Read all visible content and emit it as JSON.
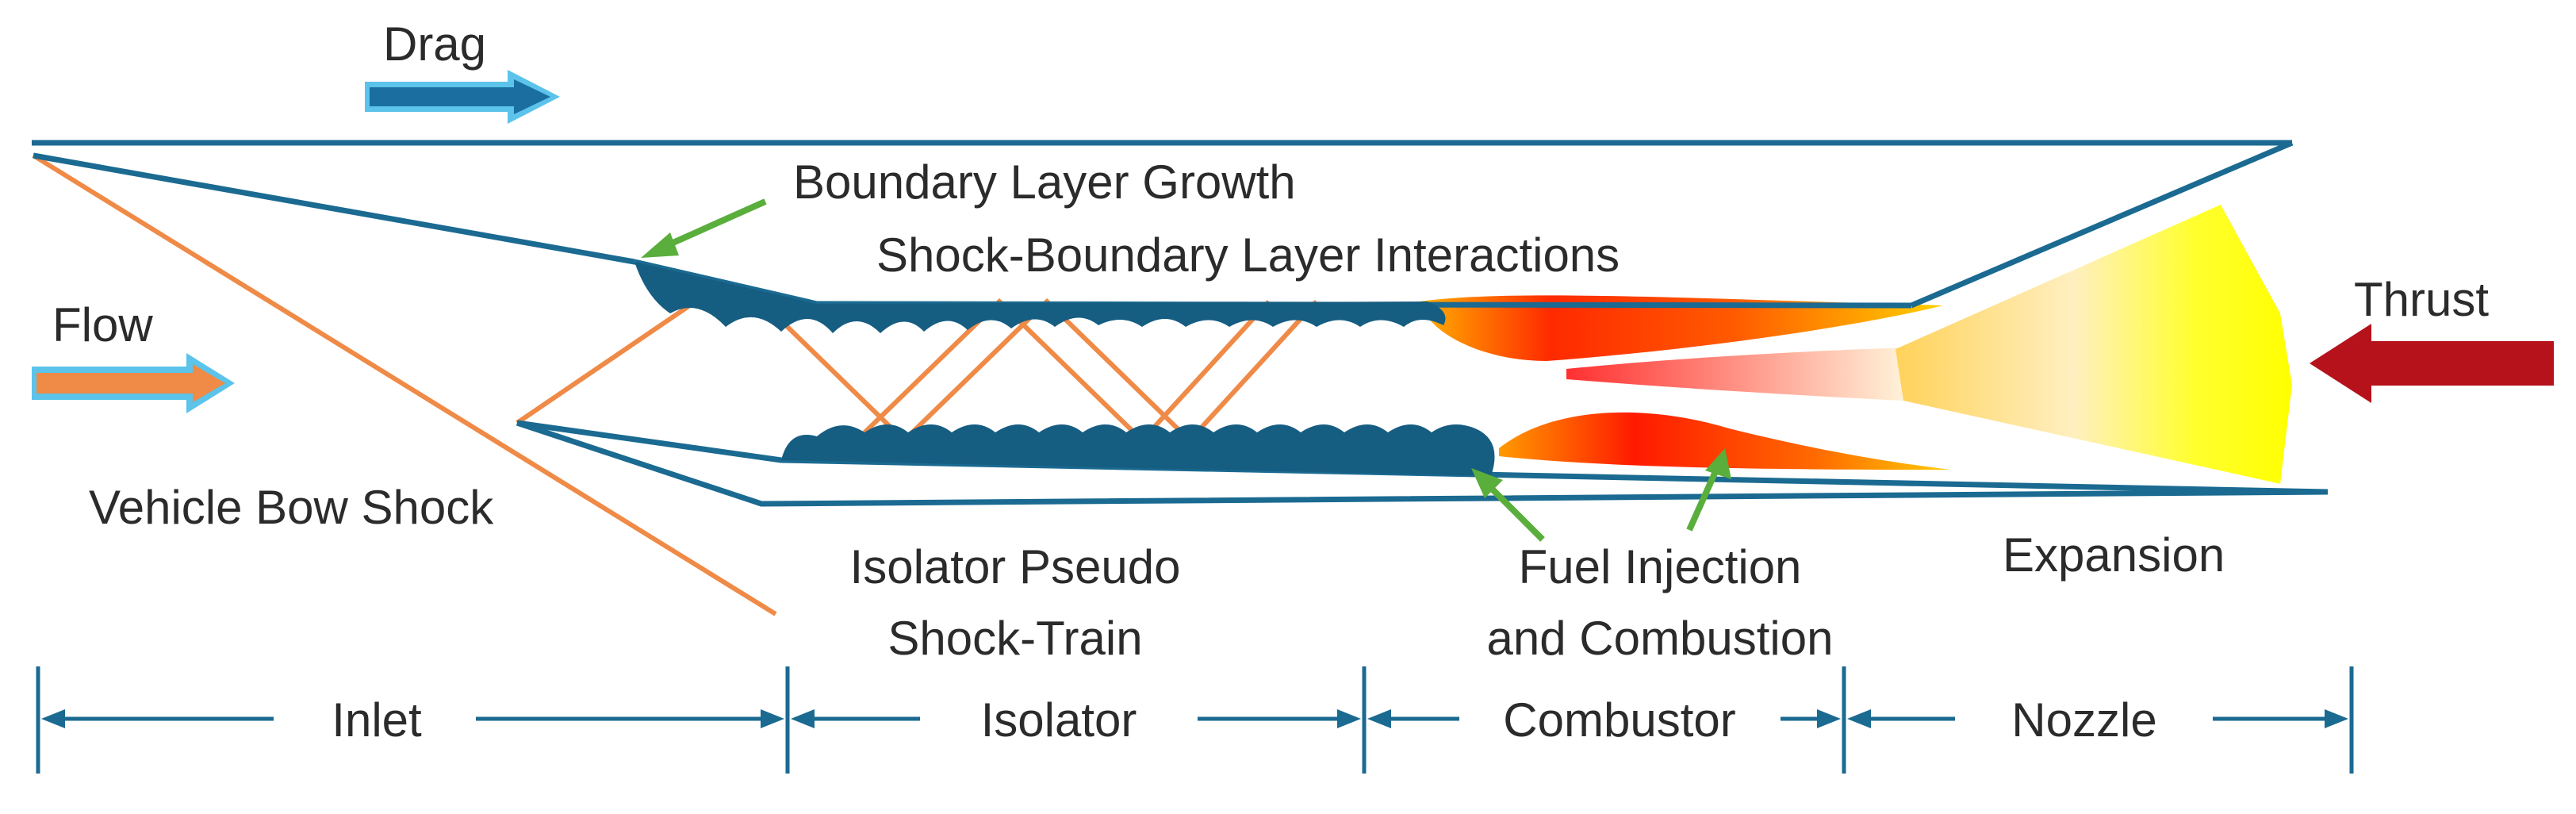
{
  "labels": {
    "drag": "Drag",
    "flow": "Flow",
    "thrust": "Thrust",
    "boundary_layer_growth": "Boundary Layer Growth",
    "sbli": "Shock-Boundary Layer Interactions",
    "bow_shock": "Vehicle Bow Shock",
    "isolator_line1": "Isolator Pseudo",
    "isolator_line2": "Shock-Train",
    "fuel_line1": "Fuel Injection",
    "fuel_line2": "and Combustion",
    "expansion": "Expansion"
  },
  "sections": {
    "inlet": "Inlet",
    "isolator": "Isolator",
    "combustor": "Combustor",
    "nozzle": "Nozzle"
  },
  "colors": {
    "structure": "#1b6a91",
    "boundary_layer": "#165d82",
    "shock": "#ef8a47",
    "drag_arrow": "#1a6fa0",
    "arrow_outline": "#5cc3ea",
    "thrust_arrow": "#b5121b",
    "pointer": "#5aae3c",
    "combustion_hot": "#ff1a00",
    "combustion_mid": "#ff8c00",
    "plume": "#ffff00",
    "label_text": "#2b2b2b"
  }
}
